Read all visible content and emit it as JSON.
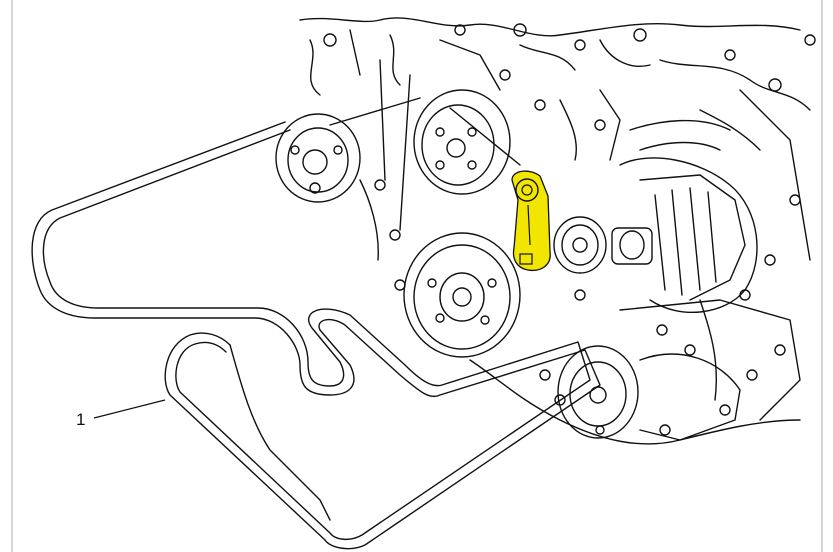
{
  "diagram": {
    "callouts": [
      {
        "label": "1",
        "target": "serpentine-belt"
      }
    ],
    "highlight_color": "#f2e600",
    "line_color": "#111111",
    "components": [
      "power-steering-pulley",
      "upper-idler-pulley",
      "crankshaft-pulley",
      "belt-tensioner",
      "tensioner-pulley",
      "generator",
      "ac-compressor-pulley",
      "serpentine-belt"
    ]
  }
}
